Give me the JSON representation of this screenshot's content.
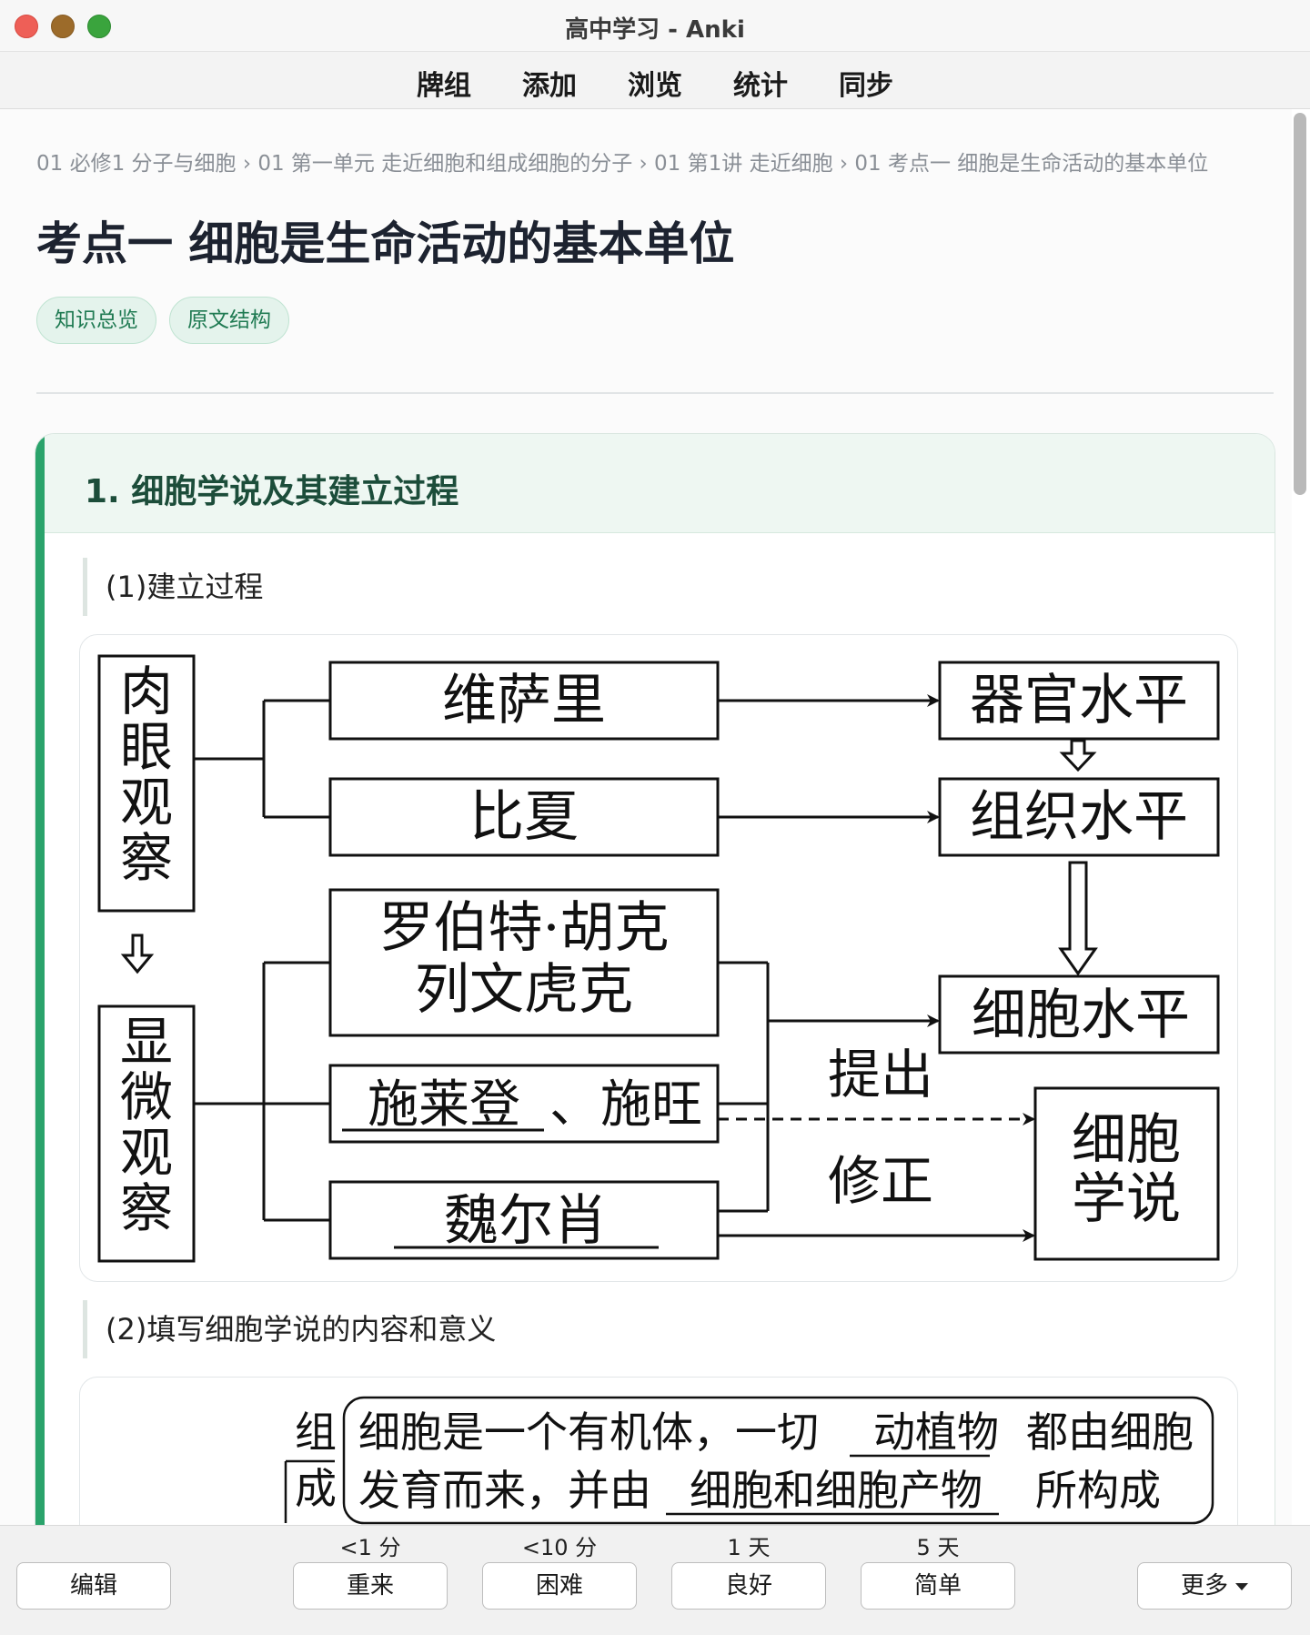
{
  "window": {
    "title": "高中学习 - Anki"
  },
  "menu": {
    "items": [
      "牌组",
      "添加",
      "浏览",
      "统计",
      "同步"
    ]
  },
  "breadcrumb": "01 必修1 分子与细胞 › 01 第一单元 走近细胞和组成细胞的分子 › 01 第1讲 走近细胞 › 01 考点一 细胞是生命活动的基本单位",
  "page_title": "考点一 细胞是生命活动的基本单位",
  "tags": [
    "知识总览",
    "原文结构"
  ],
  "card": {
    "title": "1.  细胞学说及其建立过程",
    "section1": "(1)建立过程",
    "section2": "(2)填写细胞学说的内容和意义"
  },
  "figure1": {
    "left_top": "肉眼观察",
    "left_bottom": "显微观察",
    "scientists": [
      "维萨里",
      "比夏",
      "罗伯特·胡克",
      "列文虎克",
      "施莱登",
      "、施旺",
      "魏尔肖"
    ],
    "levels": [
      "器官水平",
      "组织水平",
      "细胞水平"
    ],
    "theory": [
      "细胞",
      "学说"
    ],
    "propose": "提出",
    "revise": "修正"
  },
  "figure2": {
    "label": [
      "组",
      "成"
    ],
    "line1": [
      "细胞是一个有机体，一切",
      "动植物",
      "都由细胞"
    ],
    "line2": [
      "发育而来，并由",
      "细胞和细胞产物",
      "所构成"
    ]
  },
  "answer_bar": {
    "edit_label": "编辑",
    "more_label": "更多",
    "buttons": [
      {
        "label": "重来",
        "interval": "<1 分"
      },
      {
        "label": "困难",
        "interval": "<10 分"
      },
      {
        "label": "良好",
        "interval": "1 天"
      },
      {
        "label": "简单",
        "interval": "5 天"
      }
    ]
  }
}
